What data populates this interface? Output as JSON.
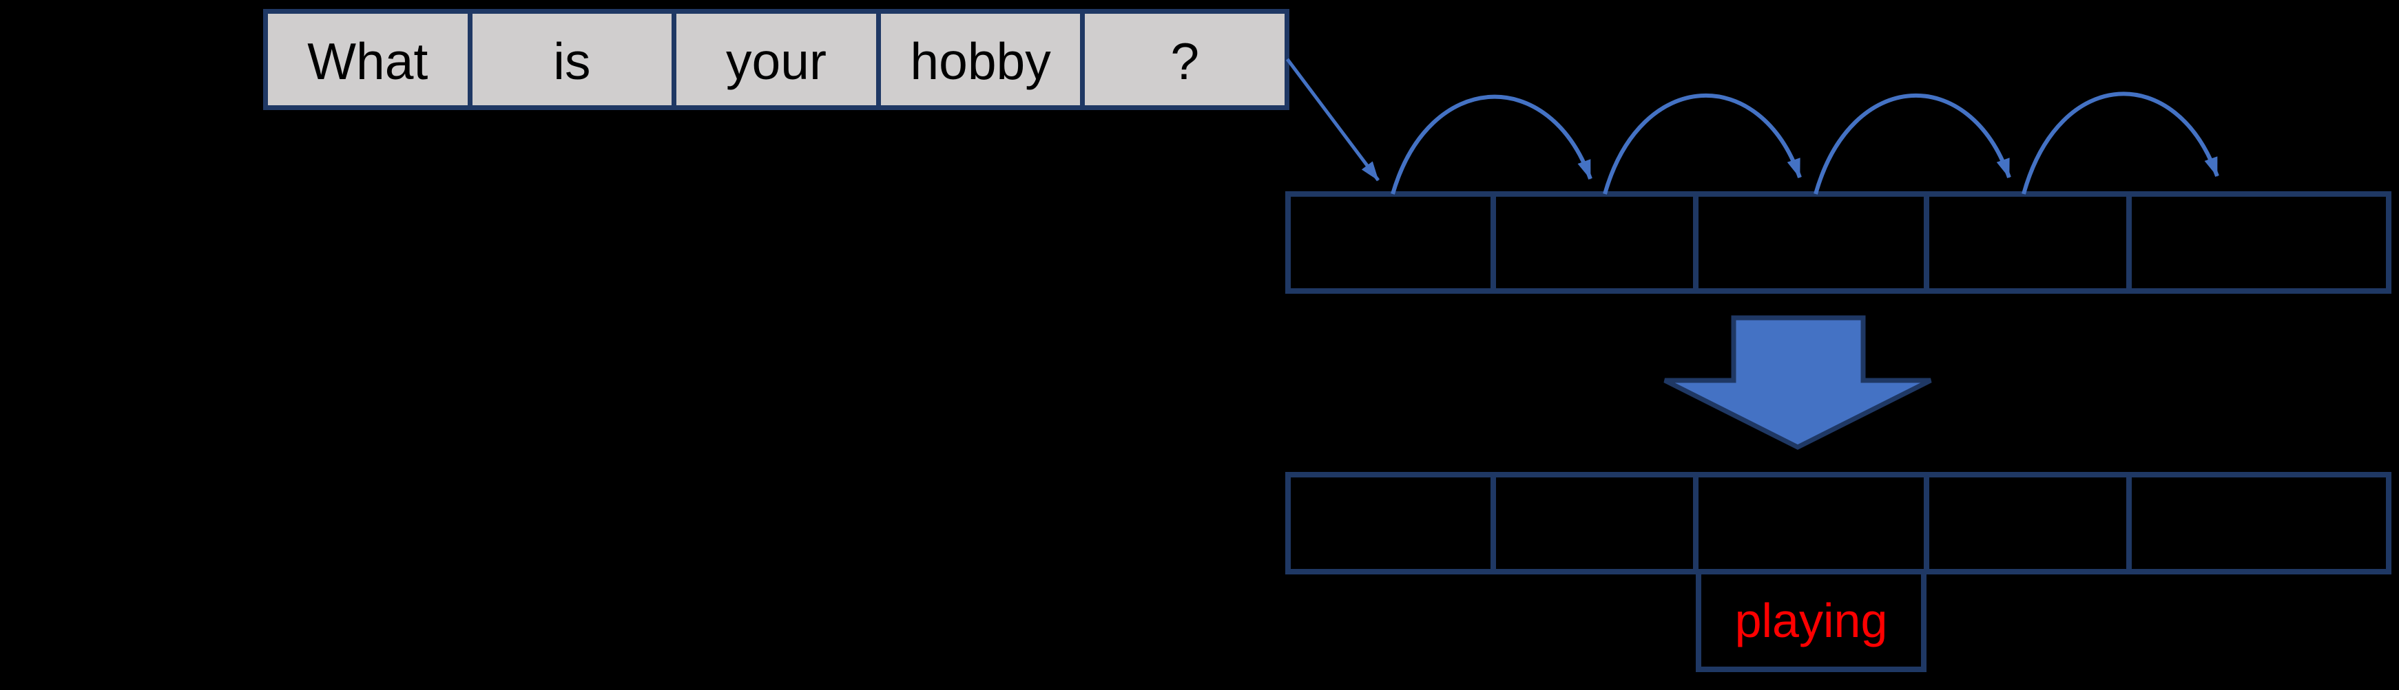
{
  "diagram": {
    "input_sentence": {
      "words": [
        "What",
        "is",
        "your",
        "hobby",
        "?"
      ]
    },
    "hidden_state_row": {
      "cell_count": 5
    },
    "output_row": {
      "cell_count": 5
    },
    "predicted_word": {
      "label": "playing"
    }
  },
  "icons": {
    "input_arrow": "flow-arrow-icon",
    "hop_arcs": "sequence-hop-arc-icon",
    "transform_arrow": "down-block-arrow-icon"
  },
  "colors": {
    "background": "#000000",
    "accent_blue": "#4472C4",
    "border_navy": "#1F3864",
    "cell_gray": "#D0CECE",
    "word_text": "#000000",
    "predicted_text": "#FF0000"
  }
}
